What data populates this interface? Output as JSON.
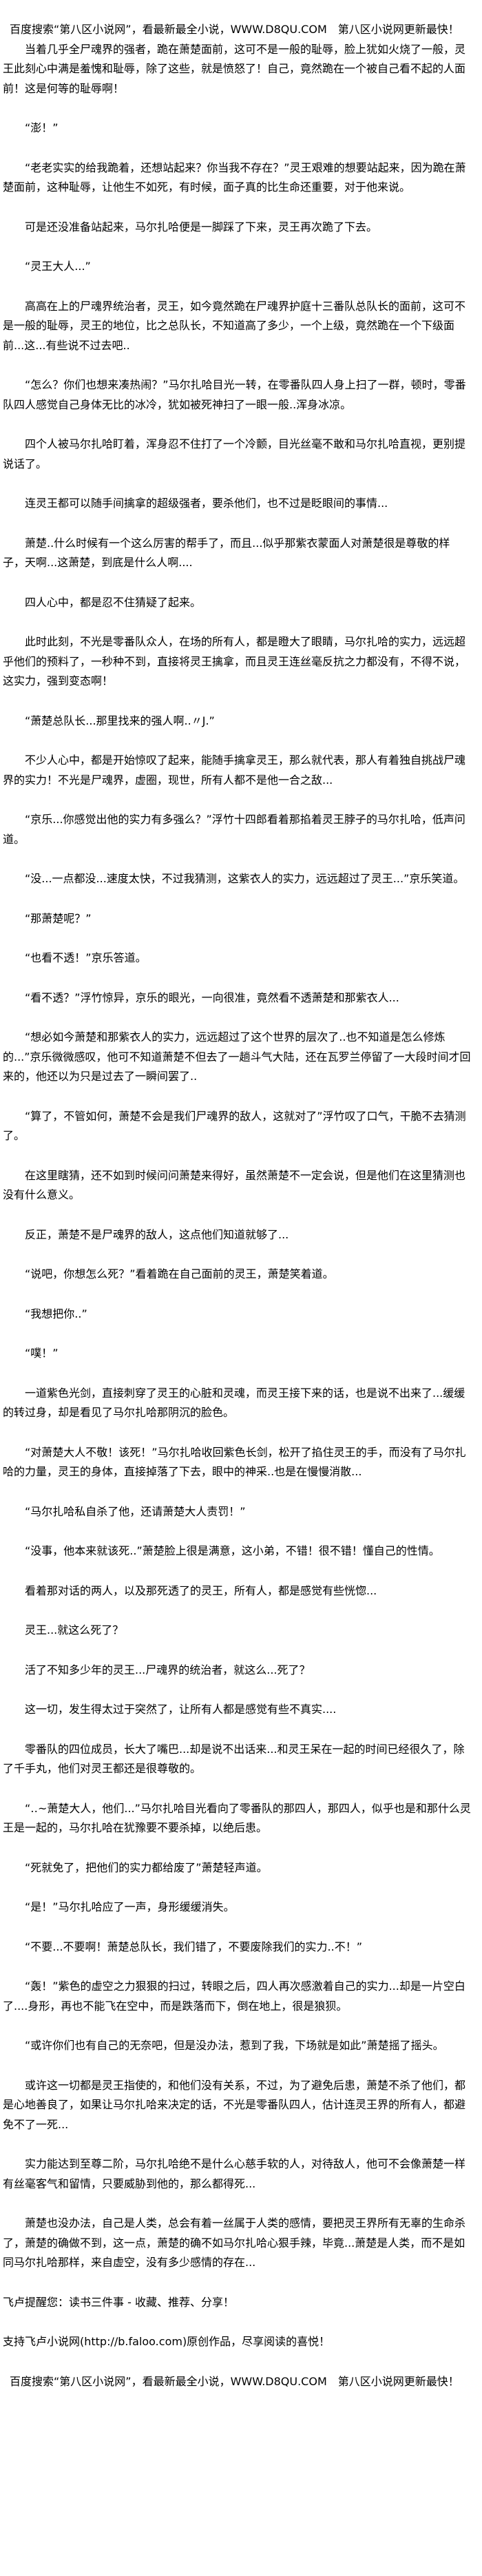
{
  "header": {
    "banner": "百度搜索“第八区小说网”，看最新最全小说，WWW.D8QU.COM　第八区小说网更新最快！"
  },
  "paragraphs": [
    "当着几乎全尸魂界的强者，跪在萧楚面前，这可不是一般的耻辱，脸上犹如火烧了一般，灵王此刻心中满是羞愧和耻辱，除了这些，就是愤怒了！自己，竟然跪在一个被自己看不起的人面前！这是何等的耻辱啊！",
    "“澎！”",
    "“老老实实的给我跪着，还想站起来？你当我不存在？”灵王艰难的想要站起来，因为跪在萧楚面前，这种耻辱，让他生不如死，有时候，面子真的比生命还重要，对于他来说。",
    "可是还没准备站起来，马尔扎哈便是一脚踩了下来，灵王再次跪了下去。",
    "“灵王大人...”",
    "高高在上的尸魂界统治者，灵王，如今竟然跪在尸魂界护庭十三番队总队长的面前，这可不是一般的耻辱，灵王的地位，比之总队长，不知道高了多少，一个上级，竟然跪在一个下级面前...这...有些说不过去吧..",
    "“怎么？你们也想来凑热闹？”马尔扎哈目光一转，在零番队四人身上扫了一群，顿时，零番队四人感觉自己身体无比的冰冷，犹如被死神扫了一眼一般..浑身冰凉。",
    "四个人被马尔扎哈盯着，浑身忍不住打了一个冷颤，目光丝毫不敢和马尔扎哈直视，更别提说话了。",
    "连灵王都可以随手间擒拿的超级强者，要杀他们，也不过是眨眼间的事情...",
    "萧楚..什么时候有一个这么厉害的帮手了，而且...似乎那紫衣蒙面人对萧楚很是尊敬的样子，天啊...这萧楚，到底是什么人啊....",
    "四人心中，都是忍不住猜疑了起来。",
    "此时此刻，不光是零番队众人，在场的所有人，都是瞪大了眼睛，马尔扎哈的实力，远远超乎他们的预料了，一秒种不到，直接将灵王擒拿，而且灵王连丝毫反抗之力都没有，不得不说，这实力，强到变态啊！",
    "“萧楚总队长...那里找来的强人啊..〃J.”",
    "不少人心中，都是开始惊叹了起来，能随手擒拿灵王，那么就代表，那人有着独自挑战尸魂界的实力！不光是尸魂界，虚圈，现世，所有人都不是他一合之敌...",
    "“京乐...你感觉出他的实力有多强么？”浮竹十四郎看着那掐着灵王脖子的马尔扎哈，低声问道。",
    "“没...一点都没...速度太快，不过我猜测，这紫衣人的实力，远远超过了灵王...”京乐笑道。",
    "“那萧楚呢？”",
    "“也看不透！”京乐答道。",
    "“看不透？”浮竹惊异，京乐的眼光，一向很准，竟然看不透萧楚和那紫衣人...",
    "“想必如今萧楚和那紫衣人的实力，远远超过了这个世界的层次了..也不知道是怎么修炼的...”京乐微微感叹，他可不知道萧楚不但去了一趟斗气大陆，还在瓦罗兰停留了一大段时间才回来的，他还以为只是过去了一瞬间罢了..",
    "“算了，不管如何，萧楚不会是我们尸魂界的敌人，这就对了”浮竹叹了口气，干脆不去猜测了。",
    "在这里瞎猜，还不如到时候问问萧楚来得好，虽然萧楚不一定会说，但是他们在这里猜测也没有什么意义。",
    "反正，萧楚不是尸魂界的敌人，这点他们知道就够了...",
    "“说吧，你想怎么死？”看着跪在自己面前的灵王，萧楚笑着道。",
    "“我想把你..”",
    "“噗！”",
    "一道紫色光剑，直接刺穿了灵王的心脏和灵魂，而灵王接下来的话，也是说不出来了...缓缓的转过身，却是看见了马尔扎哈那阴沉的脸色。",
    "“对萧楚大人不敬！该死！”马尔扎哈收回紫色长剑，松开了掐住灵王的手，而没有了马尔扎哈的力量，灵王的身体，直接掉落了下去，眼中的神采..也是在慢慢消散...",
    "“马尔扎哈私自杀了他，还请萧楚大人责罚！”",
    "“没事，他本来就该死..”萧楚脸上很是满意，这小弟，不错！很不错！懂自己的性情。",
    "看着那对话的两人，以及那死透了的灵王，所有人，都是感觉有些恍惚...",
    "灵王...就这么死了？",
    "活了不知多少年的灵王...尸魂界的统治者，就这么...死了？",
    "这一切，发生得太过于突然了，让所有人都是感觉有些不真实....",
    "零番队的四位成员，长大了嘴巴...却是说不出话来...和灵王呆在一起的时间已经很久了，除了千手丸，他们对灵王都还是很尊敬的。",
    "“‥~萧楚大人，他们...”马尔扎哈目光看向了零番队的那四人，那四人，似乎也是和那什么灵王是一起的，马尔扎哈在犹豫要不要杀掉，以绝后患。",
    "“死就免了，把他们的实力都给废了”萧楚轻声道。",
    "“是！”马尔扎哈应了一声，身形缓缓消失。",
    "“不要...不要啊！萧楚总队长，我们错了，不要废除我们的实力..不！”",
    "“轰！”紫色的虚空之力狠狠的扫过，转眼之后，四人再次感激着自己的实力...却是一片空白了....身形，再也不能飞在空中，而是跌落而下，倒在地上，很是狼狈。",
    "“或许你们也有自己的无奈吧，但是没办法，惹到了我，下场就是如此”萧楚摇了摇头。",
    "或许这一切都是灵王指使的，和他们没有关系，不过，为了避免后患，萧楚不杀了他们，都是心地善良了，如果让马尔扎哈来决定的话，不光是零番队四人，估计连灵王界的所有人，都避免不了一死...",
    "实力能达到至尊二阶，马尔扎哈绝不是什么心慈手软的人，对待敌人，他可不会像萧楚一样有丝毫客气和留情，只要威胁到他的，那么都得死...",
    "萧楚也没办法，自己是人类，总会有着一丝属于人类的感情，要把灵王界所有无辜的生命杀了，萧楚的确做不到，这一点，萧楚的确不如马尔扎哈心狠手辣，毕竟...萧楚是人类，而不是如同马尔扎哈那样，来自虚空，没有多少感情的存在..."
  ],
  "footer": {
    "reminder": "飞卢提醒您：读书三件事 - 收藏、推荐、分享！",
    "support": "支持飞卢小说网(http://b.faloo.com)原创作品，尽享阅读的喜悦！",
    "banner": "百度搜索“第八区小说网”，看最新最全小说，WWW.D8QU.COM　第八区小说网更新最快！"
  }
}
